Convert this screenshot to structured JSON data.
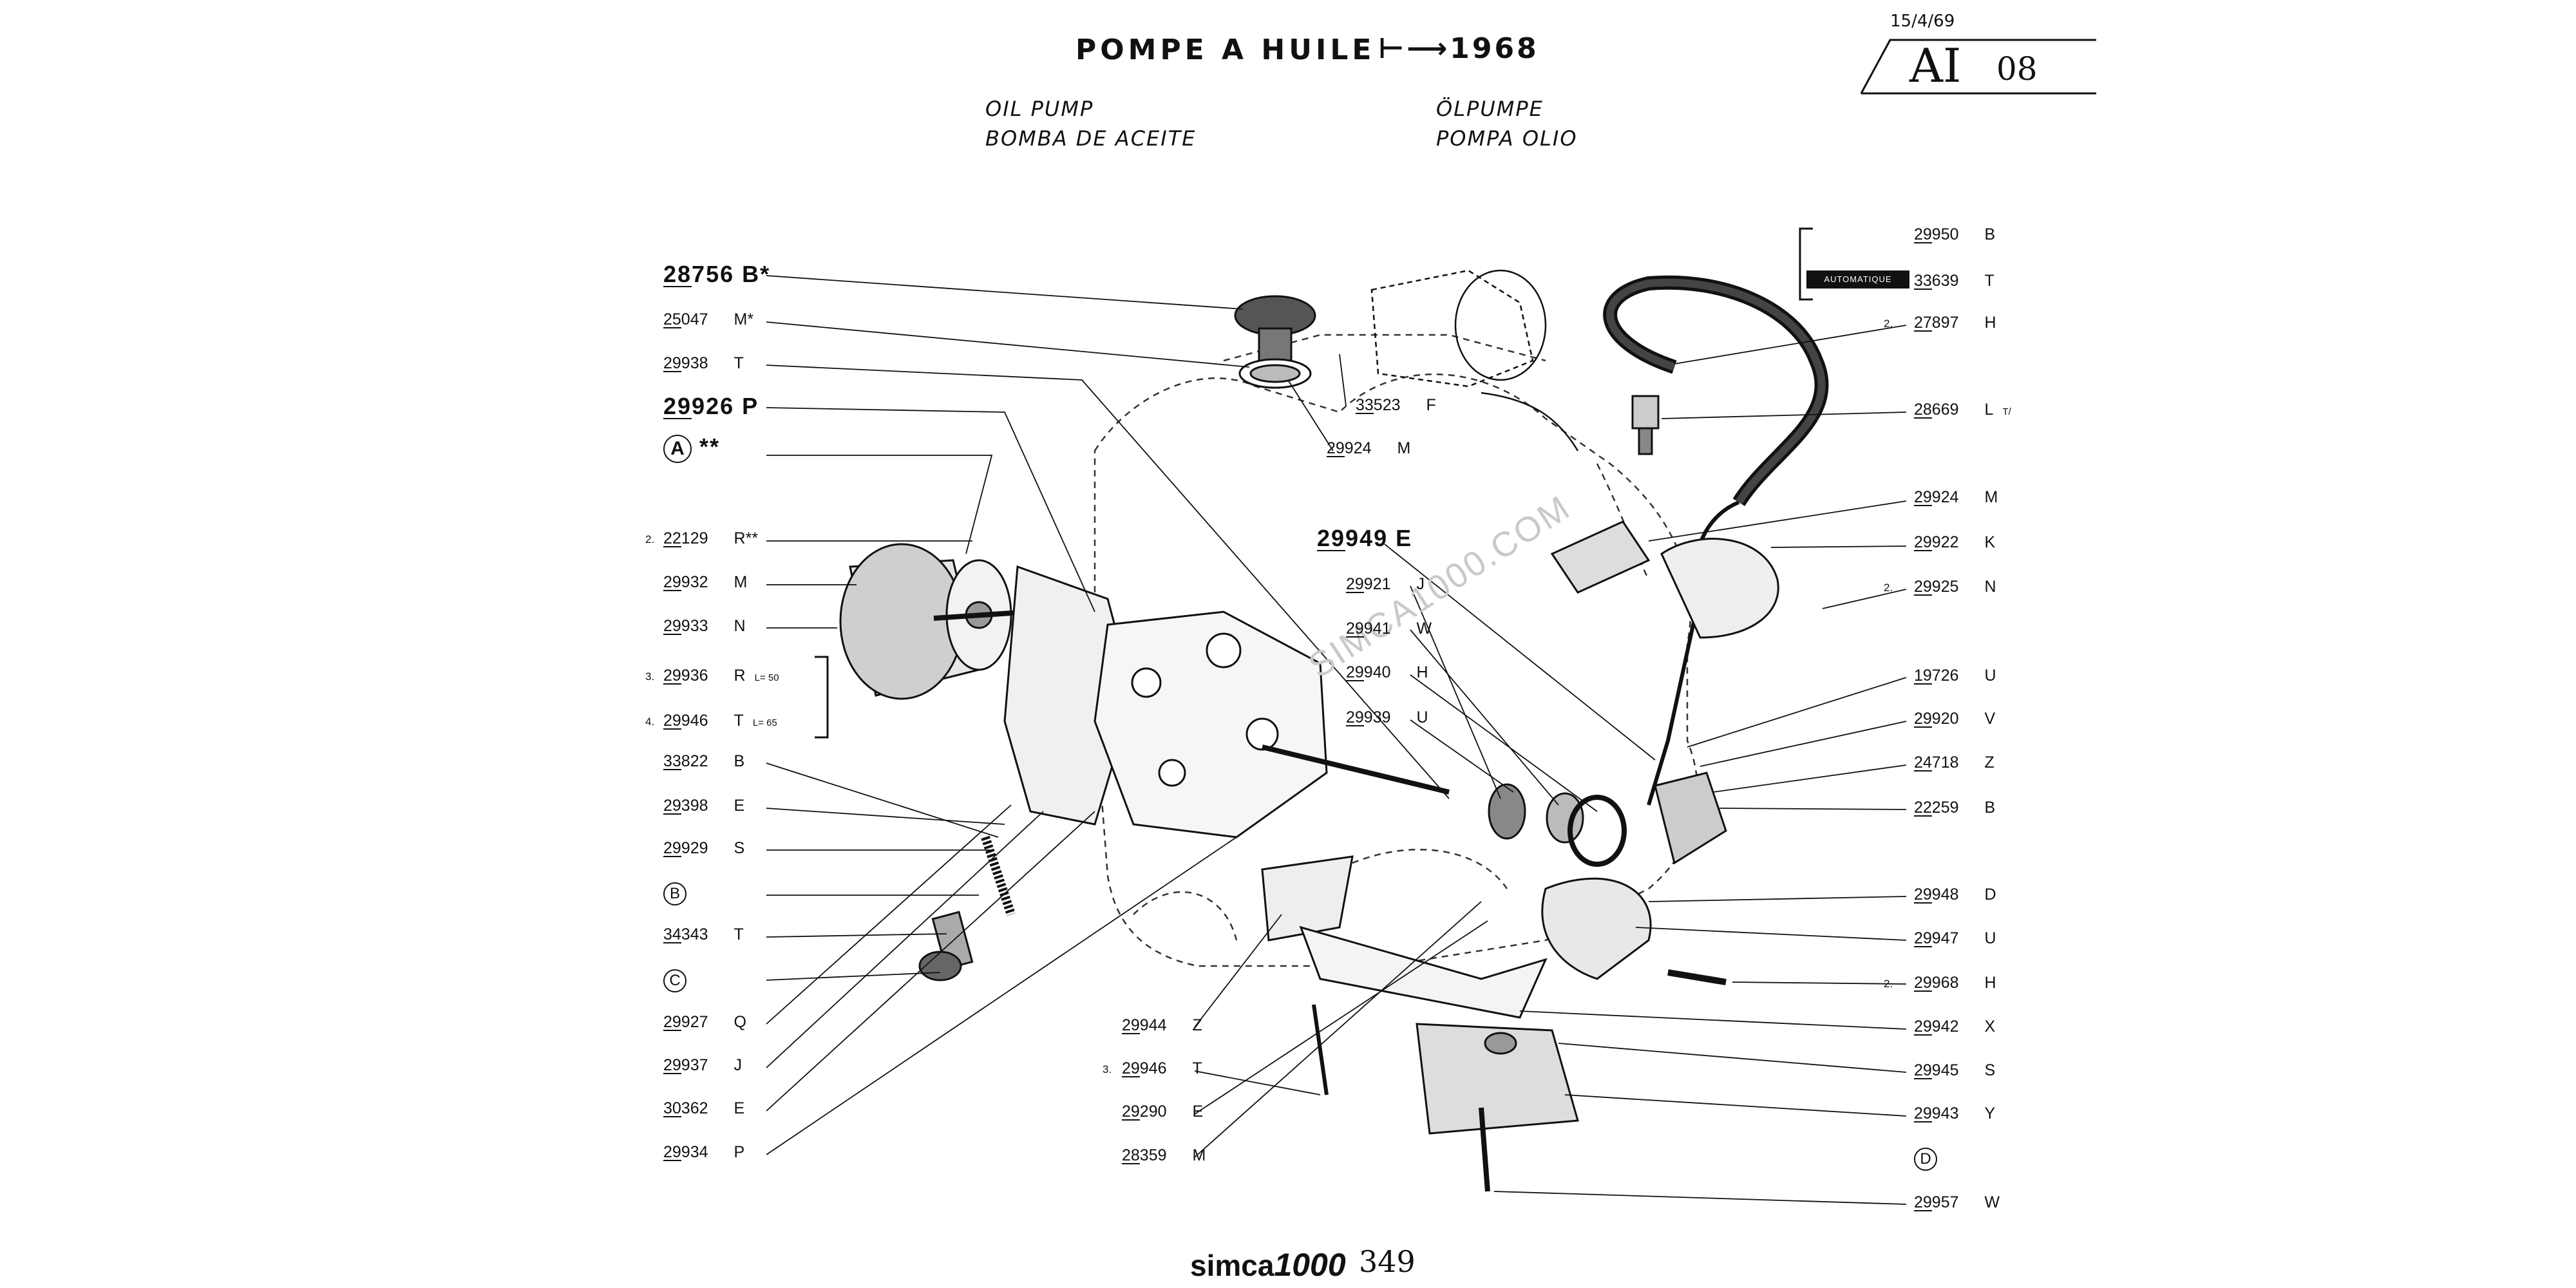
{
  "header": {
    "title": "POMPE A HUILE",
    "year": "1968",
    "sub_en": "OIL PUMP",
    "sub_es": "BOMBA DE ACEITE",
    "sub_de": "ÖLPUMPE",
    "sub_it": "POMPA OLIO",
    "date": "15/4/69",
    "section": "AI",
    "section_no": "08"
  },
  "left_labels": [
    {
      "pn": "28756",
      "suffix": "B*"
    },
    {
      "pn": "25047",
      "suffix": "M*"
    },
    {
      "pn": "29938",
      "suffix": "T"
    },
    {
      "pn": "29926",
      "suffix": "P"
    },
    {
      "circle": "A",
      "suffix": "**"
    },
    {
      "prefix": "2.",
      "pn": "22129",
      "suffix": "R**"
    },
    {
      "pn": "29932",
      "suffix": "M"
    },
    {
      "pn": "29933",
      "suffix": "N"
    },
    {
      "prefix": "3.",
      "pn": "29936",
      "suffix": "R",
      "note": "L= 50"
    },
    {
      "prefix": "4.",
      "pn": "29946",
      "suffix": "T",
      "note": "L= 65"
    },
    {
      "pn": "33822",
      "suffix": "B"
    },
    {
      "pn": "29398",
      "suffix": "E"
    },
    {
      "pn": "29929",
      "suffix": "S"
    },
    {
      "circle": "B"
    },
    {
      "pn": "34343",
      "suffix": "T"
    },
    {
      "circle": "C"
    },
    {
      "pn": "29927",
      "suffix": "Q"
    },
    {
      "pn": "29937",
      "suffix": "J"
    },
    {
      "pn": "30362",
      "suffix": "E"
    },
    {
      "pn": "29934",
      "suffix": "P"
    }
  ],
  "middle_labels": [
    {
      "pn": "33523",
      "suffix": "F"
    },
    {
      "pn": "29924",
      "suffix": "M"
    },
    {
      "pn": "29949",
      "suffix": "E"
    },
    {
      "pn": "29921",
      "suffix": "J"
    },
    {
      "pn": "29941",
      "suffix": "W"
    },
    {
      "pn": "29940",
      "suffix": "H"
    },
    {
      "pn": "29939",
      "suffix": "U"
    },
    {
      "pn": "29944",
      "suffix": "Z"
    },
    {
      "prefix": "3.",
      "pn": "29946",
      "suffix": "T"
    },
    {
      "pn": "29290",
      "suffix": "E"
    },
    {
      "pn": "28359",
      "suffix": "M"
    }
  ],
  "right_labels": [
    {
      "pn": "29950",
      "suffix": "B"
    },
    {
      "pn": "33639",
      "suffix": "T"
    },
    {
      "prefix": "2.",
      "pn": "27897",
      "suffix": "H"
    },
    {
      "pn": "28669",
      "suffix": "L",
      "note": "T/"
    },
    {
      "pn": "29924",
      "suffix": "M"
    },
    {
      "pn": "29922",
      "suffix": "K"
    },
    {
      "prefix": "2.",
      "pn": "29925",
      "suffix": "N"
    },
    {
      "pn": "19726",
      "suffix": "U"
    },
    {
      "pn": "29920",
      "suffix": "V"
    },
    {
      "pn": "24718",
      "suffix": "Z"
    },
    {
      "pn": "22259",
      "suffix": "B"
    },
    {
      "pn": "29948",
      "suffix": "D"
    },
    {
      "pn": "29947",
      "suffix": "U"
    },
    {
      "prefix": "2.",
      "pn": "29968",
      "suffix": "H"
    },
    {
      "pn": "29942",
      "suffix": "X"
    },
    {
      "pn": "29945",
      "suffix": "S"
    },
    {
      "pn": "29943",
      "suffix": "Y"
    },
    {
      "circle": "D"
    },
    {
      "pn": "29957",
      "suffix": "W"
    }
  ],
  "badge": "AUTOMATIQUE",
  "watermark": "SIMCA1000.COM",
  "footer": {
    "brand": "simca",
    "model": "1000",
    "page": "349"
  }
}
